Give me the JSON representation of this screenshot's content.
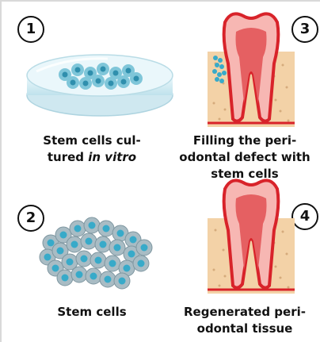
{
  "panels": [
    {
      "number": "1",
      "caption_lines": [
        "Stem cells cul-",
        "tured "
      ],
      "caption_italic": "in vitro"
    },
    {
      "number": "2",
      "caption_lines": [
        "Stem cells"
      ]
    },
    {
      "number": "3",
      "caption_lines": [
        "Filling the peri-",
        "odontal defect with",
        "stem cells"
      ]
    },
    {
      "number": "4",
      "caption_lines": [
        "Regenerated peri-",
        "odontal tissue"
      ]
    }
  ],
  "colors": {
    "tooth_red": "#d8232a",
    "tooth_pink": "#f7b7b3",
    "bone": "#f3d2a7",
    "cell_teal": "#38aac9",
    "dish": "#dff1f6"
  }
}
